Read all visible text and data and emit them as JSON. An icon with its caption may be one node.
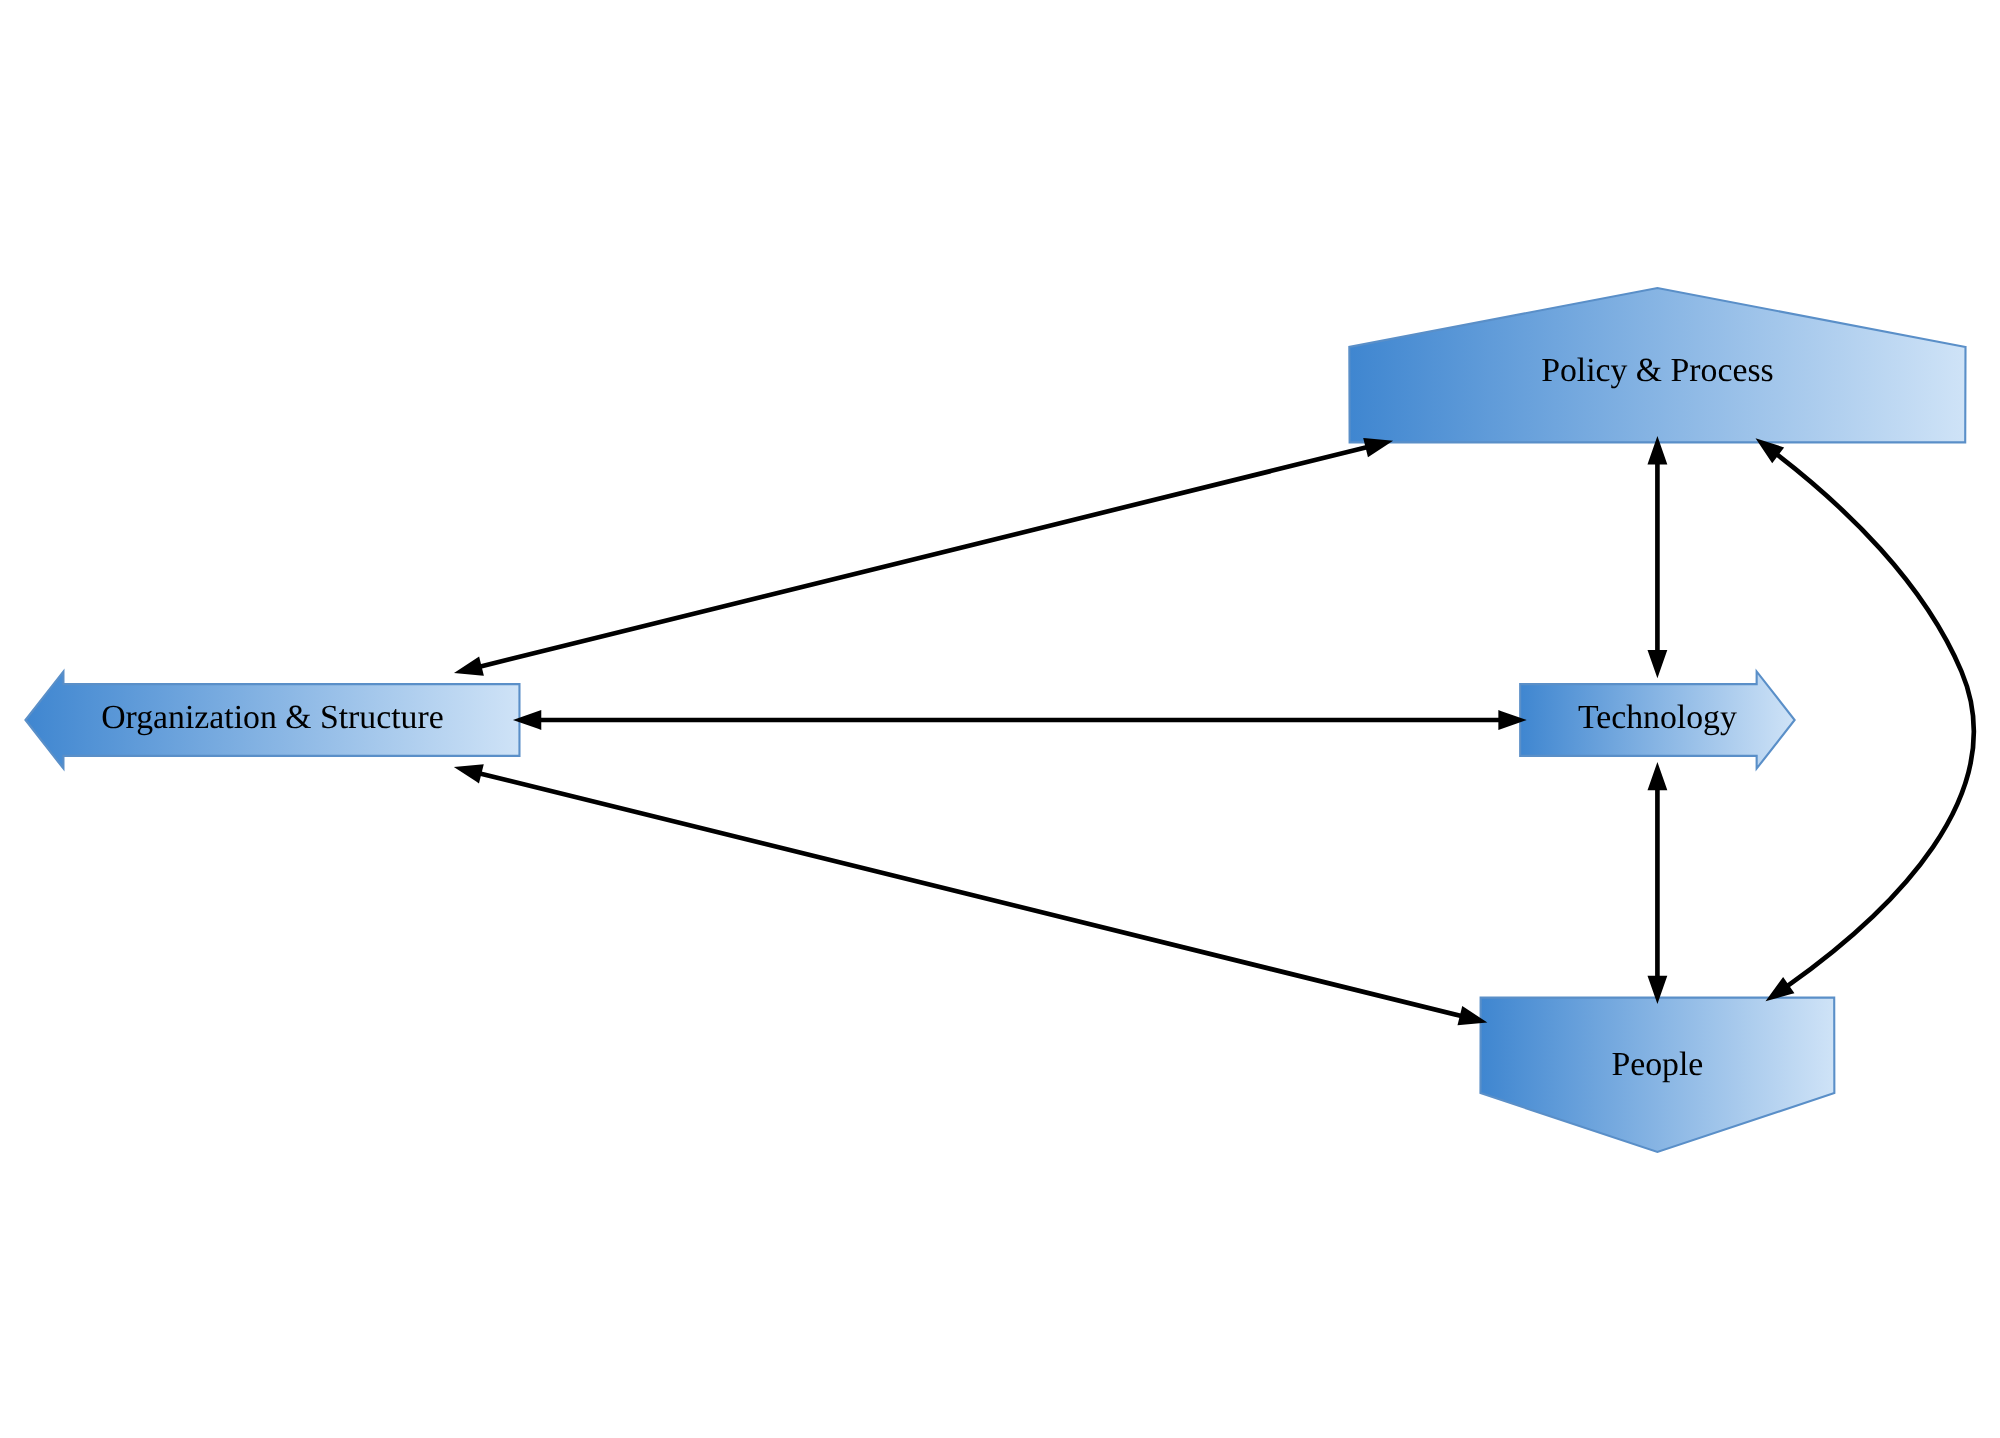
{
  "diagram": {
    "nodes": [
      {
        "text": [
          "Policy & Process"
        ]
      },
      {
        "text": [
          "Organization & Structure"
        ]
      },
      {
        "text": [
          "Technology"
        ]
      },
      {
        "text": [
          "People"
        ]
      }
    ],
    "edges": [
      {
        "from": 0,
        "to": 1,
        "arrow": "both"
      },
      {
        "from": 0,
        "to": 2,
        "arrow": "both"
      },
      {
        "from": 1,
        "to": 2,
        "arrow": "both"
      },
      {
        "from": 0,
        "to": 3,
        "arrow": "both"
      },
      {
        "from": 1,
        "to": 3,
        "arrow": "both"
      },
      {
        "from": 2,
        "to": 3,
        "arrow": "both"
      }
    ]
  }
}
